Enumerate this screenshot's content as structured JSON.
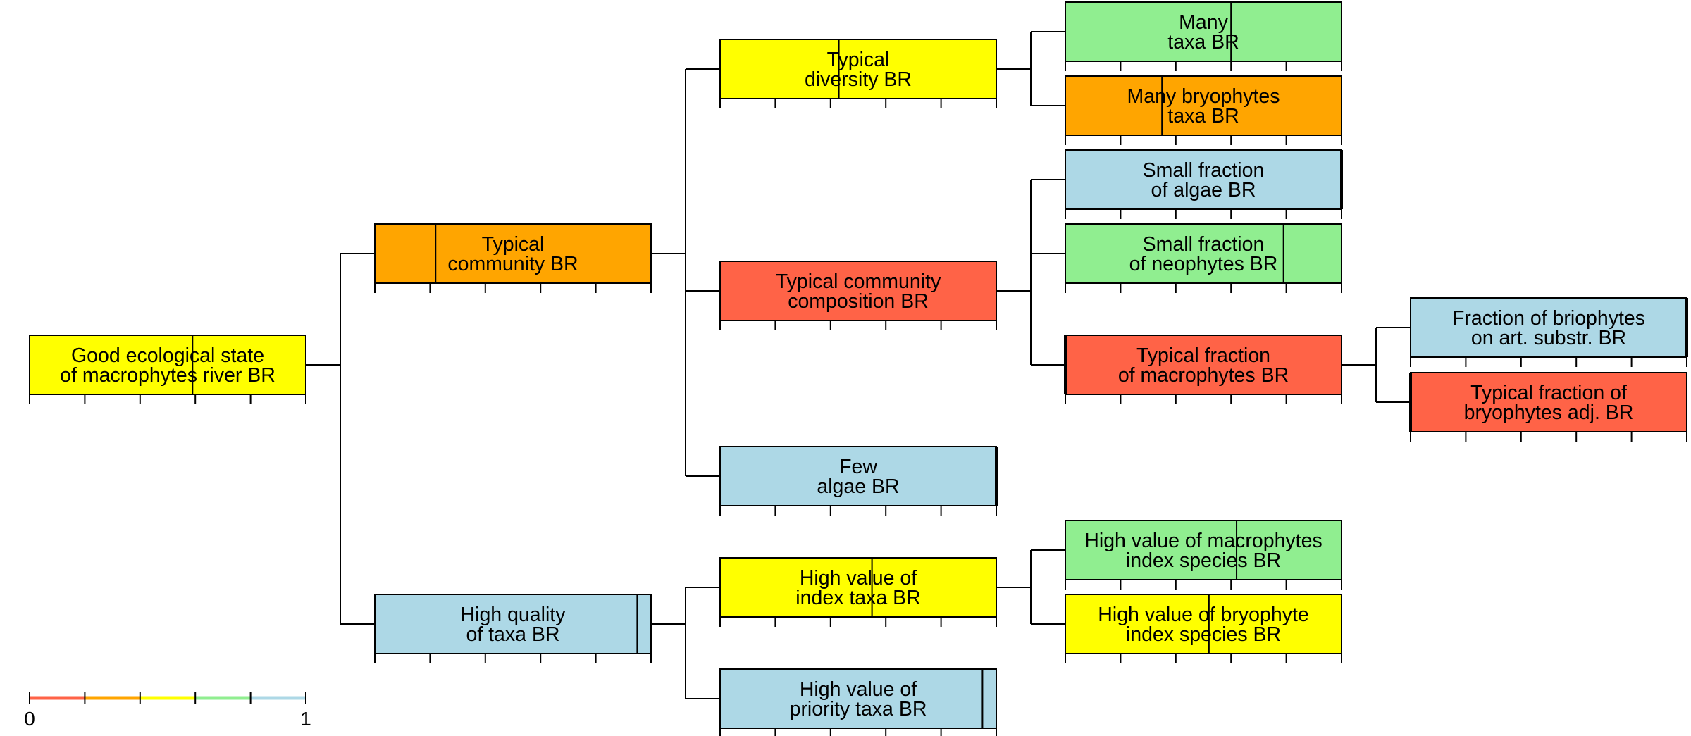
{
  "colors": {
    "very-bad": "#FF6347",
    "bad": "#FFA500",
    "moderate": "#FFFF00",
    "good": "#90EE90",
    "high": "#ADD8E6",
    "line": "#000000"
  },
  "scale": {
    "min_label": "0",
    "max_label": "1",
    "segments": [
      "very-bad",
      "bad",
      "moderate",
      "good",
      "high"
    ]
  },
  "nodes": [
    {
      "id": "good-ecological-state",
      "lines": [
        "Good ecological state",
        "of macrophytes river BR"
      ],
      "value": 0.59,
      "class": "moderate",
      "parent": null
    },
    {
      "id": "typical-community",
      "lines": [
        "Typical",
        "community BR"
      ],
      "value": 0.22,
      "class": "bad",
      "parent": "good-ecological-state"
    },
    {
      "id": "high-quality-taxa",
      "lines": [
        "High quality",
        "of taxa BR"
      ],
      "value": 0.95,
      "class": "high",
      "parent": "good-ecological-state"
    },
    {
      "id": "typical-diversity",
      "lines": [
        "Typical",
        "diversity BR"
      ],
      "value": 0.43,
      "class": "moderate",
      "parent": "typical-community"
    },
    {
      "id": "typical-community-composition",
      "lines": [
        "Typical community",
        "composition BR"
      ],
      "value": 0.0,
      "class": "very-bad",
      "parent": "typical-community"
    },
    {
      "id": "few-algae",
      "lines": [
        "Few",
        "algae BR"
      ],
      "value": 1.0,
      "class": "high",
      "parent": "typical-community"
    },
    {
      "id": "many-taxa",
      "lines": [
        "Many",
        "taxa BR"
      ],
      "value": 0.6,
      "class": "good",
      "parent": "typical-diversity"
    },
    {
      "id": "many-bryophytes-taxa",
      "lines": [
        "Many bryophytes",
        "taxa BR"
      ],
      "value": 0.35,
      "class": "bad",
      "parent": "typical-diversity"
    },
    {
      "id": "small-fraction-algae",
      "lines": [
        "Small fraction",
        "of algae BR"
      ],
      "value": 1.0,
      "class": "high",
      "parent": "typical-community-composition"
    },
    {
      "id": "small-fraction-neophytes",
      "lines": [
        "Small fraction",
        "of neophytes BR"
      ],
      "value": 0.79,
      "class": "good",
      "parent": "typical-community-composition"
    },
    {
      "id": "typical-fraction-macrophytes",
      "lines": [
        "Typical fraction",
        "of macrophytes BR"
      ],
      "value": 0.0,
      "class": "very-bad",
      "parent": "typical-community-composition"
    },
    {
      "id": "fraction-briophytes-art-substr",
      "lines": [
        "Fraction of briophytes",
        "on art. substr. BR"
      ],
      "value": 1.0,
      "class": "high",
      "parent": "typical-fraction-macrophytes"
    },
    {
      "id": "typical-fraction-bryophytes-adj",
      "lines": [
        "Typical fraction of",
        "bryophytes adj. BR"
      ],
      "value": 0.0,
      "class": "very-bad",
      "parent": "typical-fraction-macrophytes"
    },
    {
      "id": "high-value-index-taxa",
      "lines": [
        "High value of",
        "index taxa BR"
      ],
      "value": 0.55,
      "class": "moderate",
      "parent": "high-quality-taxa"
    },
    {
      "id": "high-value-priority-taxa",
      "lines": [
        "High value of",
        "priority taxa BR"
      ],
      "value": 0.95,
      "class": "high",
      "parent": "high-quality-taxa"
    },
    {
      "id": "high-value-macrophytes-index-species",
      "lines": [
        "High value of macrophytes",
        "index species BR"
      ],
      "value": 0.62,
      "class": "good",
      "parent": "high-value-index-taxa"
    },
    {
      "id": "high-value-bryophyte-index-species",
      "lines": [
        "High value of bryophyte",
        "index species BR"
      ],
      "value": 0.52,
      "class": "moderate",
      "parent": "high-value-index-taxa"
    }
  ]
}
